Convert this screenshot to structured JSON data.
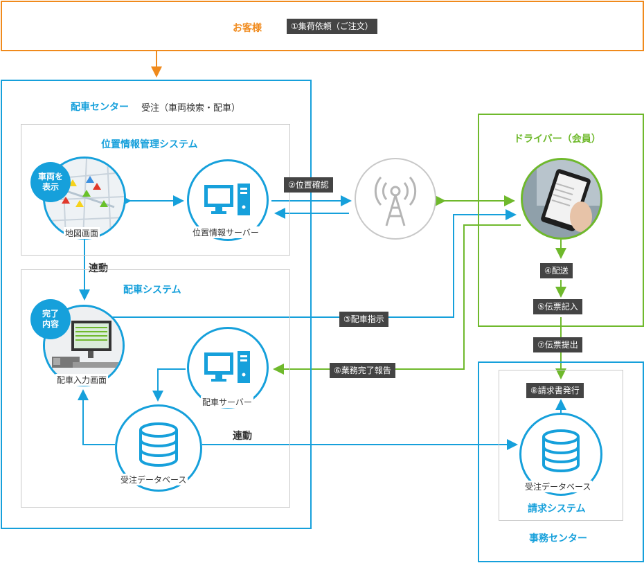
{
  "customer": {
    "title": "お客様",
    "step1": "①集荷依頼（ご注文）"
  },
  "dispatch_center": {
    "title": "配車センター",
    "subtitle": "受注（車両検索・配車）",
    "location_system": {
      "title": "位置情報管理システム",
      "map_bubble": "車両を\n表示",
      "map_label": "地図画面",
      "server_label": "位置情報サーバー"
    },
    "link_label": "連動",
    "dispatch_system": {
      "title": "配車システム",
      "done_bubble": "完了\n内容",
      "input_label": "配車入力画面",
      "server_label": "配車サーバー",
      "db_label": "受注データベース"
    },
    "link_label2": "連動"
  },
  "steps": {
    "step2": "②位置確認",
    "step3": "③配車指示",
    "step4": "④配送",
    "step5": "⑤伝票記入",
    "step6": "⑥業務完了報告",
    "step7": "⑦伝票提出",
    "step8": "⑧請求書発行"
  },
  "driver": {
    "title": "ドライバー（会員）"
  },
  "office_center": {
    "title": "事務センター",
    "billing_system": {
      "title": "請求システム",
      "db_label": "受注データベース"
    }
  },
  "colors": {
    "orange": "#f08a1c",
    "blue": "#16a0db",
    "green": "#6fb92c",
    "gray": "#c8c8c8",
    "tag": "#444444"
  }
}
